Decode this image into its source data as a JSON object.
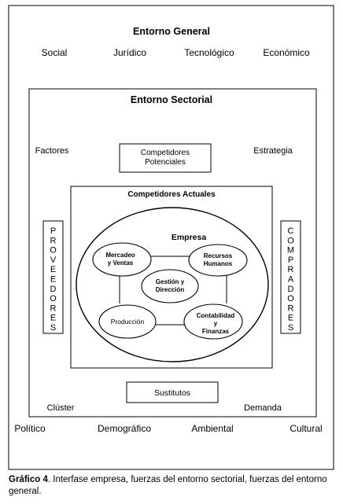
{
  "general": {
    "title": "Entorno General",
    "top_factors": [
      "Social",
      "Jurídico",
      "Tecnológico",
      "Económico"
    ],
    "bottom_factors": [
      "Político",
      "Demográfico",
      "Ambiental",
      "Cultural"
    ]
  },
  "sectorial": {
    "title": "Entorno Sectorial",
    "factores": "Factores",
    "estrategia": "Estrategia",
    "cluster": "Clúster",
    "demanda": "Demanda",
    "competidores_potenciales": [
      "Competidores",
      "Potenciales"
    ],
    "sustitutos": "Sustitutos",
    "proveedores": "PROVEEDORES",
    "compradores": "COMPRADORES"
  },
  "actuales": {
    "title": "Competidores Actuales"
  },
  "empresa": {
    "title": "Empresa",
    "mercadeo": [
      "Mercadeo",
      "y Ventas"
    ],
    "recursos": [
      "Recursos",
      "Humanos"
    ],
    "gestion": [
      "Gestión y",
      "Dirección"
    ],
    "produccion": "Producción",
    "contabilidad": [
      "Contabilidad",
      "y",
      "Finanzas"
    ]
  },
  "caption": {
    "label": "Gráfico 4",
    "text": ". Interfase empresa, fuerzas del entorno sectorial, fuerzas del entorno general."
  }
}
